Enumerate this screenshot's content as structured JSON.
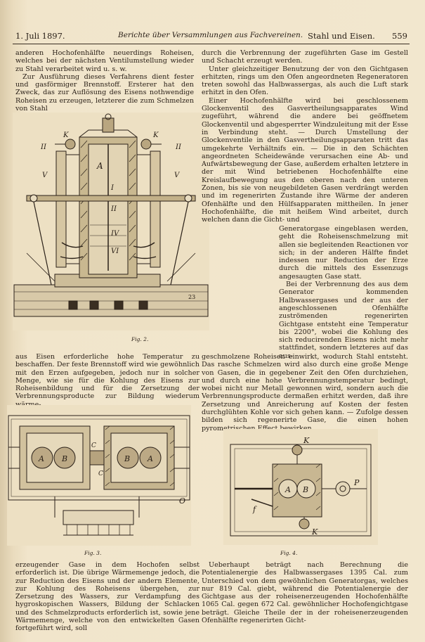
{
  "header": {
    "date": "1. Juli 1897.",
    "title": "Berichte über Versammlungen aus Fachvereinen.",
    "journal": "Stahl und Eisen.",
    "page": "559"
  },
  "left_top": [
    "anderen Hochofenhälfte neuerdings Roheisen, welches bei der nächsten Ventilumstellung wieder zu Stahl verarbeitet wird u. s. w.",
    "Zur Ausführung dieses Verfahrens dient fester und gasförmiger Brennstoff. Ersterer hat den Zweck, das zur Auflösung des Eisens nothwendige Roheisen zu erzeugen, letzterer die zum Schmelzen von Stahl"
  ],
  "left_mid": "aus Eisen erforderliche hohe Temperatur zu beschaffen. Der feste Brennstoff wird wie gewöhnlich mit den Erzen aufgegeben, jedoch nur in solcher Menge, wie sie für die Kohlung des Eisens zur Roheisenbildung und für die Zersetzung der Verbrennungsproducte zur Bildung wiederum wärme-",
  "left_bottom": "erzeugender Gase in dem Hochofen selbst erforderlich ist. Die übrige Wärmemenge jedoch, die zur Reduction des Eisens und der andern Elemente, zur Kohlung des Roheisens übergehen, zur Zersetzung des Wassers, zur Verdampfung des hygroskopischen Wassers, Bildung der Schlacken und des Schmelzproducts erforderlich ist, sowie jene Wärmemenge, welche von den entwickelten Gasen fortgeführt wird, soll",
  "right_top": [
    "durch die Verbrennung der zugeführten Gase im Gestell und Schacht erzeugt werden.",
    "Unter gleichzeitiger Benutzung der von den Gichtgasen erhitzten, rings um den Ofen angeordneten Regeneratoren treten sowohl das Halbwassergas, als auch die Luft stark erhitzt in den Ofen.",
    "Einer Hochofenhälfte wird bei geschlossenem Glockenventil des Gasvertheilungsapparates Wind zugeführt, während die andere bei geöffnetem Glockenventil und abgesperrter Windzuleitung mit der Esse in Verbindung steht. — Durch Umstellung der Glockenventile in den Gasvertheilungsapparaten tritt das umgekehrte Verhältnifs ein. — Die in den Schächten angeordneten Scheidewände verursachen eine Ab- und Aufwärtsbewegung der Gase, außerdem erhalten letztere in der mit Wind betriebenen Hochofenhälfte eine Kreislaufbewegung aus den oberen nach den unteren Zonen, bis sie von neugebildeten Gasen verdrängt werden und im regenerirten Zustande ihre Wärme der anderen Ofenhälfte und den Hülfsapparaten mittheilen. In jener Hochofenhälfte, die mit heißem Wind arbeitet, durch welchen dann die Gicht- und"
  ],
  "right_narrow": [
    "Generatorgase eingeblasen werden, geht die Roheisenschmelzung mit allen sie begleitenden Reactionen vor sich; in der anderen Hälfte findet indessen nur Reduction der Erze durch die mittels des Essenzugs angesaugten Gase statt.",
    "Bei der Verbrennung des aus dem Generator kommenden Halbwassergases und der aus der angeschlossenen Ofenhälfte zuströmenden regenerirten Gichtgase entsteht eine Temperatur bis 2200°, wobei die Kohlung des sich reducirenden Eisens nicht mehr stattfindet, sondern letzteres auf das aus-"
  ],
  "right_mid": "geschmolzene Roheisen einwirkt, wodurch Stahl entsteht. Das rasche Schmelzen wird also durch eine große Menge von Gasen, die in gegebener Zeit den Ofen durchziehen, und durch eine hohe Verbrennungstemperatur bedingt, wobei nicht nur Metall gewonnen wird, sondern auch die Verbrennungsproducte dermaßen erhitzt werden, daß ihre Zersetzung und Anreicherung auf Kosten der festen durchglühten Kohle vor sich gehen kann. — Zufolge dessen bilden sich regenerirte Gase, die einen hohen pyrometrischen Effect bewirken.",
  "right_bottom": "Ueberhaupt beträgt nach Berechnung die Potentialenergie des Halbwassergases 1395 Cal. zum Unterschied von dem gewöhnlichen Generatorgas, welches nur 819 Cal. giebt, während die Potentialenergie der Gichtgase aus der roheisenerzeugenden Hochofenhälfte 1065 Cal. gegen 672 Cal. gewöhnlicher Hochofengichtgase beträgt. Gleiche Theile der in der roheisenerzeugenden Ofenhälfte regenerirten Gicht-",
  "figures": {
    "fig2": {
      "caption": "Fig. 2.",
      "labels": [
        "II",
        "II",
        "K",
        "K",
        "V",
        "V",
        "A",
        "I",
        "II",
        "IV",
        "VI",
        "23"
      ]
    },
    "fig3": {
      "caption": "Fig. 3.",
      "labels": [
        "A",
        "B",
        "C",
        "A",
        "B",
        "C",
        "O"
      ]
    },
    "fig4": {
      "caption": "Fig. 4.",
      "labels": [
        "K",
        "A",
        "B",
        "P",
        "f",
        "K"
      ]
    }
  }
}
